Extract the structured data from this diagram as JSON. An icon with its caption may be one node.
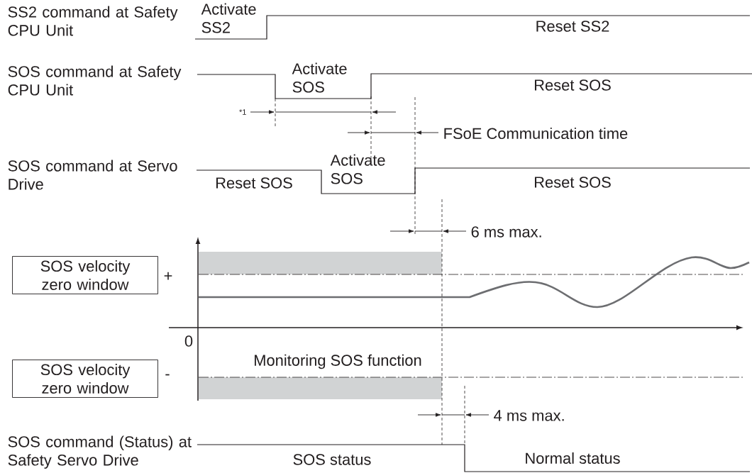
{
  "diagram": {
    "nodes": [
      {
        "text": [
          "SOS velocity zero window"
        ],
        "beside": [
          "+"
        ]
      },
      {
        "text": [
          "SOS velocity zero window"
        ],
        "beside": [
          "-"
        ]
      }
    ],
    "labels": [
      "SS2 command at Safety CPU Unit",
      "Activate SS2",
      "Reset SS2",
      "SOS command at Safety CPU Unit",
      "Activate SOS",
      "Reset SOS",
      "*1",
      "FSoE Communication time",
      "SOS command at Servo Drive",
      "Reset SOS",
      "Activate SOS",
      "Reset SOS",
      "6 ms max.",
      "0",
      "Monitoring SOS function",
      "4 ms max.",
      "SOS command (Status) at Safety Servo Drive",
      "SOS status",
      "Normal status"
    ]
  }
}
